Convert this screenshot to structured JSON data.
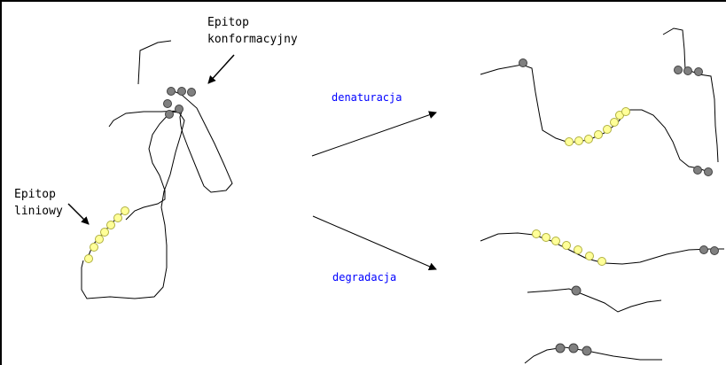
{
  "labels": {
    "conformational_epitope": [
      "Epitop",
      "konformacyjny"
    ],
    "linear_epitope": [
      "Epitop",
      "liniowy"
    ]
  },
  "processes": {
    "denaturation": "denaturacja",
    "degradation": "degradacja"
  },
  "colors": {
    "stroke": "#000000",
    "process_text": "#0000ff",
    "epitope_linear_fill": "#ffff99",
    "epitope_linear_stroke": "#b0b040",
    "epitope_conformational_fill": "#808080",
    "epitope_conformational_stroke": "#404040"
  }
}
